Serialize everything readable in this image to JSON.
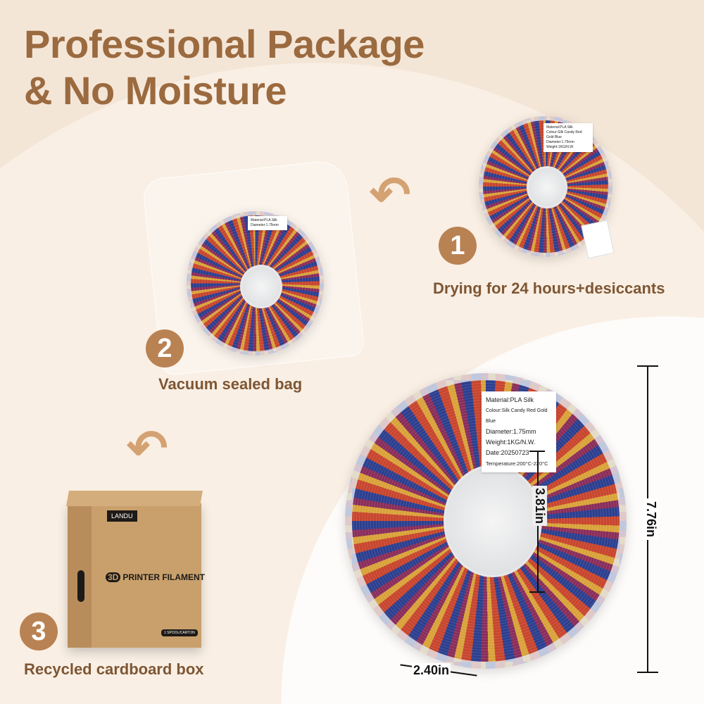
{
  "title": {
    "line1": "Professional Package",
    "line2": "& No Moisture"
  },
  "steps": [
    {
      "number": "1",
      "caption": "Drying for 24 hours+desiccants"
    },
    {
      "number": "2",
      "caption": "Vacuum sealed bag"
    },
    {
      "number": "3",
      "caption": "Recycled cardboard box"
    }
  ],
  "spool_label": {
    "material": "Material:PLA Silk",
    "colour": "Colour:Silk Candy Red Gold Blue",
    "diameter": "Diameter:1.75mm",
    "weight": "Weight:1KG/N.W.",
    "date": "Date:20250723",
    "temperature": "Temperature:200°C-220°C"
  },
  "box": {
    "brand": "LANDU",
    "product": "PRINTER FILAMENT",
    "product_prefix": "3D",
    "pill": "1 SPOOL/CARTON"
  },
  "dimensions": {
    "height": "7.76in",
    "inner": "3.81in",
    "width": "2.40in"
  },
  "colors": {
    "title": "#9b6a3f",
    "badge": "#b98253"
  }
}
